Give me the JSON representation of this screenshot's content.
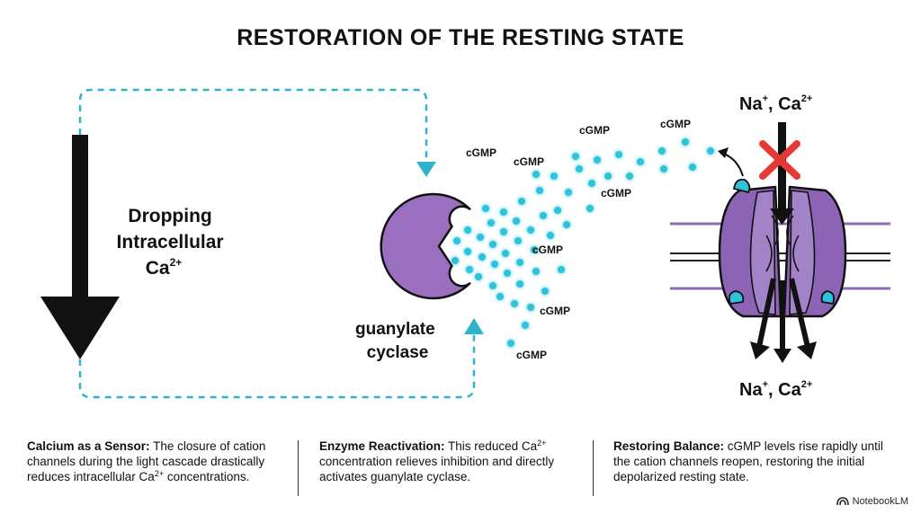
{
  "title": "RESTORATION OF THE RESTING STATE",
  "left_label": {
    "line1": "Dropping",
    "line2": "Intracellular",
    "line3_base": "Ca",
    "line3_sup": "2+"
  },
  "enzyme_label": {
    "line1": "guanylate",
    "line2": "cyclase"
  },
  "cgmp_label": "cGMP",
  "ion_label_top": {
    "base": "Na",
    "sup1": "+",
    "mid": ", Ca",
    "sup2": "2+"
  },
  "ion_label_bottom": {
    "base": "Na",
    "sup1": "+",
    "mid": ", Ca",
    "sup2": "2+"
  },
  "captions": [
    {
      "heading": "Calcium as a Sensor:",
      "body_pre": " The closure of cation channels during the light cascade drastically reduces intracellular Ca",
      "body_sup": "2+",
      "body_post": " concentrations."
    },
    {
      "heading": "Enzyme Reactivation:",
      "body_pre": " This reduced Ca",
      "body_sup": "2+",
      "body_post": " concentration relieves inhibition and directly activates guanylate cyclase."
    },
    {
      "heading": "Restoring Balance:",
      "body_pre": " cGMP levels rise rapidly until the cation channels reopen, restoring the initial depolarized resting state.",
      "body_sup": "",
      "body_post": ""
    }
  ],
  "brand": "NotebookLM",
  "colors": {
    "enzyme": "#9b6fc0",
    "channel": "#8c63b5",
    "dashed": "#2fb3cc",
    "dot": "#2ec3d8",
    "block": "#e53935",
    "membrane": "#8f6bb8"
  }
}
